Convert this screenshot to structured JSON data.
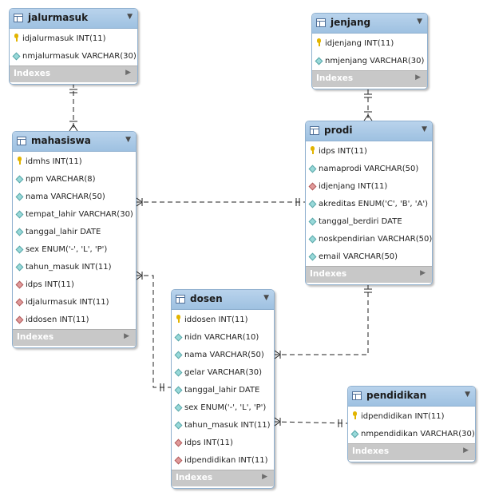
{
  "colors": {
    "header": "#a9c8e6",
    "indexes_bar": "#c8c8c8",
    "line": "#222222"
  },
  "tables": {
    "jalurmasuk": {
      "name": "jalurmasuk",
      "columns": [
        {
          "kind": "key-icon",
          "text": "idjalurmasuk INT(11)"
        },
        {
          "kind": "column-icon",
          "text": "nmjalurmasuk VARCHAR(30)"
        }
      ],
      "indexes": "Indexes"
    },
    "jenjang": {
      "name": "jenjang",
      "columns": [
        {
          "kind": "key-icon",
          "text": "idjenjang INT(11)"
        },
        {
          "kind": "column-icon",
          "text": "nmjenjang VARCHAR(30)"
        }
      ],
      "indexes": "Indexes"
    },
    "mahasiswa": {
      "name": "mahasiswa",
      "columns": [
        {
          "kind": "key-icon",
          "text": "idmhs INT(11)"
        },
        {
          "kind": "column-icon",
          "text": "npm VARCHAR(8)"
        },
        {
          "kind": "column-icon",
          "text": "nama VARCHAR(50)"
        },
        {
          "kind": "column-icon",
          "text": "tempat_lahir VARCHAR(30)"
        },
        {
          "kind": "column-icon",
          "text": "tanggal_lahir DATE"
        },
        {
          "kind": "column-icon",
          "text": "sex ENUM('-', 'L', 'P')"
        },
        {
          "kind": "column-icon",
          "text": "tahun_masuk INT(11)"
        },
        {
          "kind": "fk-icon",
          "text": "idps INT(11)"
        },
        {
          "kind": "fk-icon",
          "text": "idjalurmasuk INT(11)"
        },
        {
          "kind": "fk-icon",
          "text": "iddosen INT(11)"
        }
      ],
      "indexes": "Indexes"
    },
    "prodi": {
      "name": "prodi",
      "columns": [
        {
          "kind": "key-icon",
          "text": "idps INT(11)"
        },
        {
          "kind": "column-icon",
          "text": "namaprodi VARCHAR(50)"
        },
        {
          "kind": "fk-icon",
          "text": "idjenjang INT(11)"
        },
        {
          "kind": "column-icon",
          "text": "akreditas ENUM('C', 'B', 'A')"
        },
        {
          "kind": "column-icon",
          "text": "tanggal_berdiri DATE"
        },
        {
          "kind": "column-icon",
          "text": "noskpendirian VARCHAR(50)"
        },
        {
          "kind": "column-icon",
          "text": "email VARCHAR(50)"
        }
      ],
      "indexes": "Indexes"
    },
    "dosen": {
      "name": "dosen",
      "columns": [
        {
          "kind": "key-icon",
          "text": "iddosen INT(11)"
        },
        {
          "kind": "column-icon",
          "text": "nidn VARCHAR(10)"
        },
        {
          "kind": "column-icon",
          "text": "nama VARCHAR(50)"
        },
        {
          "kind": "column-icon",
          "text": "gelar VARCHAR(30)"
        },
        {
          "kind": "column-icon",
          "text": "tanggal_lahir DATE"
        },
        {
          "kind": "column-icon",
          "text": "sex ENUM('-', 'L', 'P')"
        },
        {
          "kind": "column-icon",
          "text": "tahun_masuk INT(11)"
        },
        {
          "kind": "fk-icon",
          "text": "idps INT(11)"
        },
        {
          "kind": "fk-icon",
          "text": "idpendidikan INT(11)"
        }
      ],
      "indexes": "Indexes"
    },
    "pendidikan": {
      "name": "pendidikan",
      "columns": [
        {
          "kind": "key-icon",
          "text": "idpendidikan INT(11)"
        },
        {
          "kind": "column-icon",
          "text": "nmpendidikan VARCHAR(30)"
        }
      ],
      "indexes": "Indexes"
    }
  }
}
